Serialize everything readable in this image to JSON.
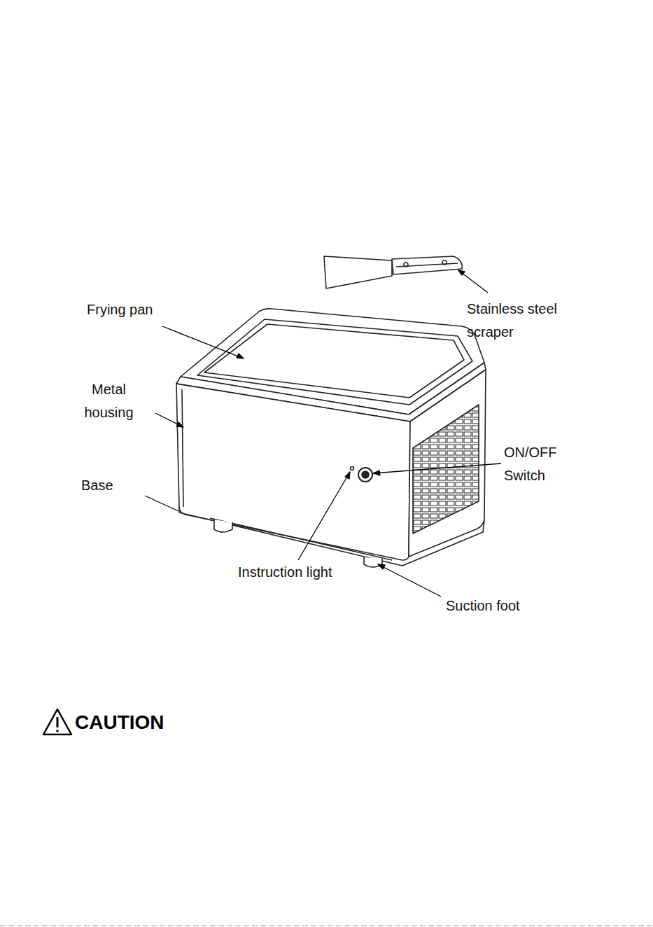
{
  "diagram": {
    "labels": [
      "Frying pan",
      "Stainless steel scraper",
      "Metal housing",
      "Base",
      "ON/OFF Switch",
      "Instruction light",
      "Suction foot",
      "CAUTION"
    ]
  }
}
